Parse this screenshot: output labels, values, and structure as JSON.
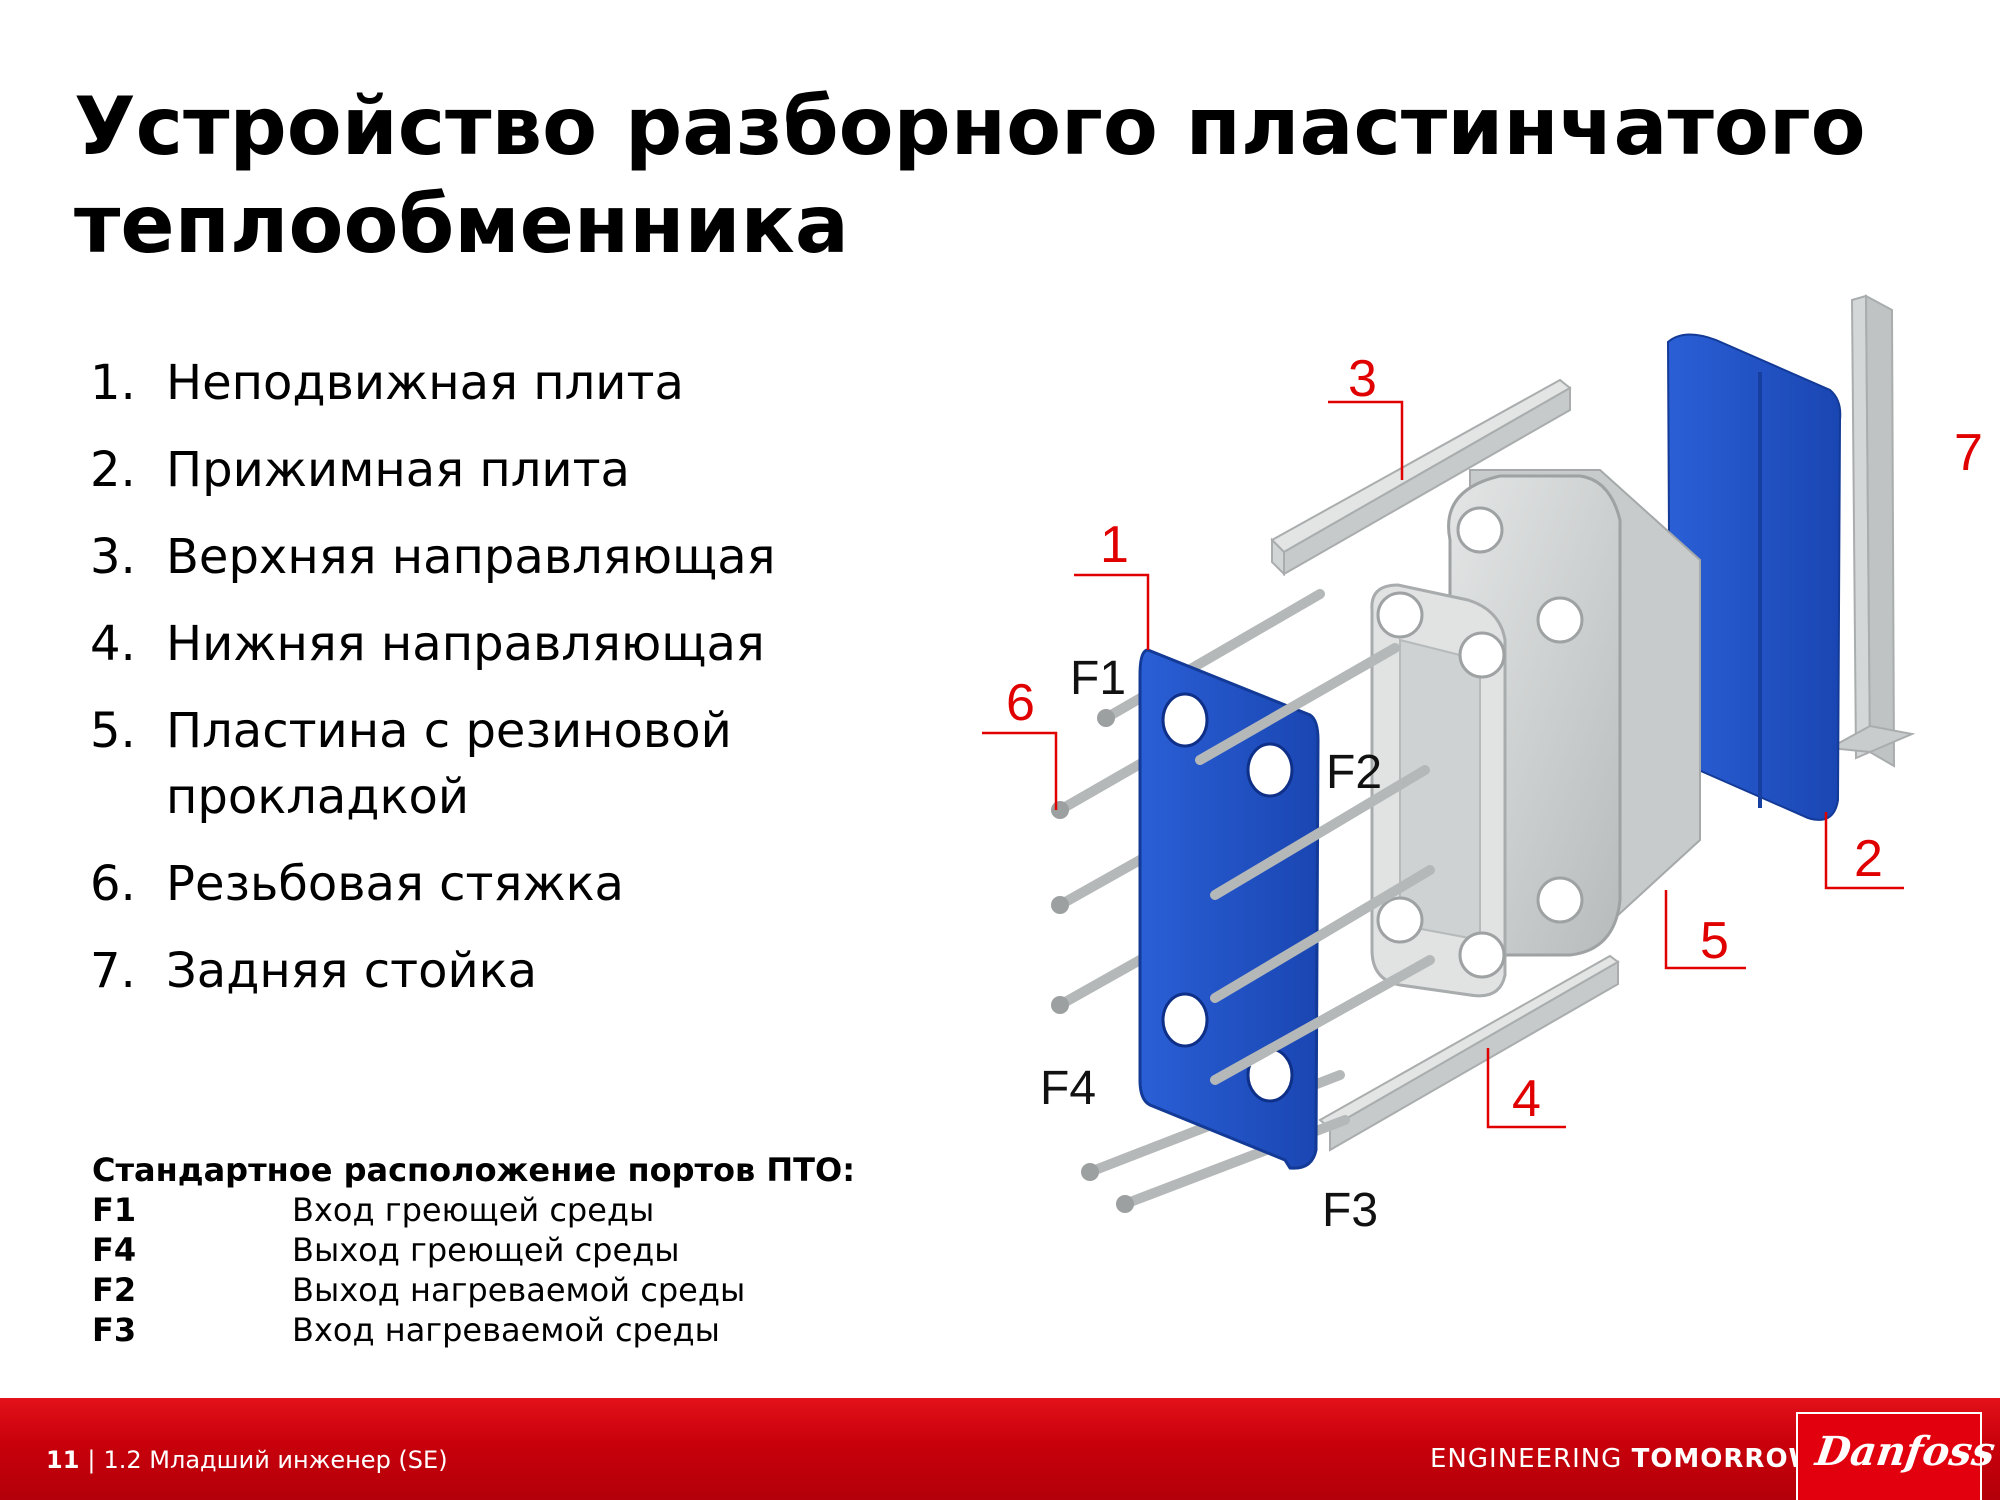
{
  "title": {
    "line1": "Устройство разборного пластинчатого",
    "line2": "теплообменника"
  },
  "parts": [
    {
      "num": "1.",
      "label": "Неподвижная плита"
    },
    {
      "num": "2.",
      "label": "Прижимная плита"
    },
    {
      "num": "3.",
      "label": "Верхняя направляющая"
    },
    {
      "num": "4.",
      "label": "Нижняя направляющая"
    },
    {
      "num": "5.",
      "label": "Пластина с резиновой прокладкой"
    },
    {
      "num": "6.",
      "label": "Резьбовая стяжка"
    },
    {
      "num": "7.",
      "label": "Задняя стойка"
    }
  ],
  "ports": {
    "heading": "Стандартное расположение портов ПТО:",
    "rows": [
      {
        "id": "F1",
        "desc": "Вход греющей среды"
      },
      {
        "id": "F4",
        "desc": "Выход греющей среды"
      },
      {
        "id": "F2",
        "desc": "Выход нагреваемой среды"
      },
      {
        "id": "F3",
        "desc": "Вход нагреваемой среды"
      }
    ]
  },
  "diagram": {
    "callouts": [
      "1",
      "2",
      "3",
      "4",
      "5",
      "6",
      "7"
    ],
    "port_labels": [
      "F1",
      "F2",
      "F3",
      "F4"
    ],
    "colors": {
      "callout": "#e00000",
      "plate_blue": "#1f4fc4",
      "steel": "#c9cccc"
    }
  },
  "footer": {
    "page": "11",
    "section": "1.2 Младший инженер (SE)",
    "tagline_light": "ENGINEERING ",
    "tagline_bold": "TOMORROW",
    "logo": "Danfoss",
    "color": "#d40010"
  }
}
